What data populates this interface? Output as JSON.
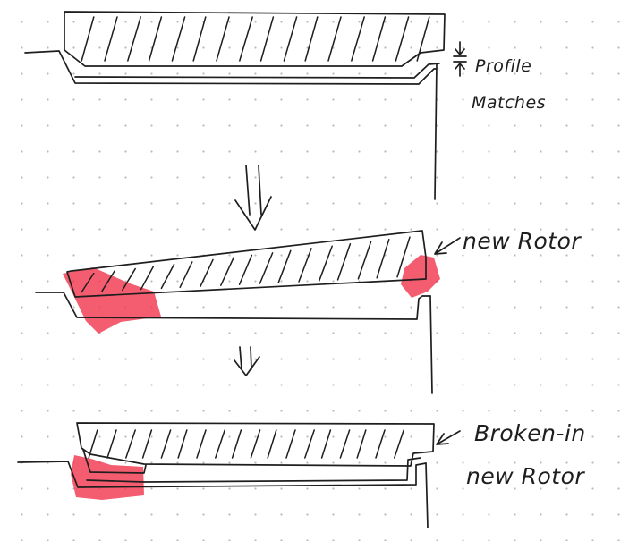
{
  "labels": {
    "profile_line1": "Profile",
    "profile_line2": "Matches",
    "new_rotor": "new Rotor",
    "broken_in_line1": "Broken-in",
    "broken_in_line2": "new Rotor"
  },
  "colors": {
    "ink": "#1e1e1e",
    "wear_highlight": "#f0394f",
    "dot_grid": "#b9b9b9"
  },
  "stages": [
    {
      "id": "matched-profile",
      "label_key": "profile"
    },
    {
      "id": "new-rotor",
      "label_key": "new_rotor"
    },
    {
      "id": "broken-in-rotor",
      "label_key": "broken_in"
    }
  ]
}
